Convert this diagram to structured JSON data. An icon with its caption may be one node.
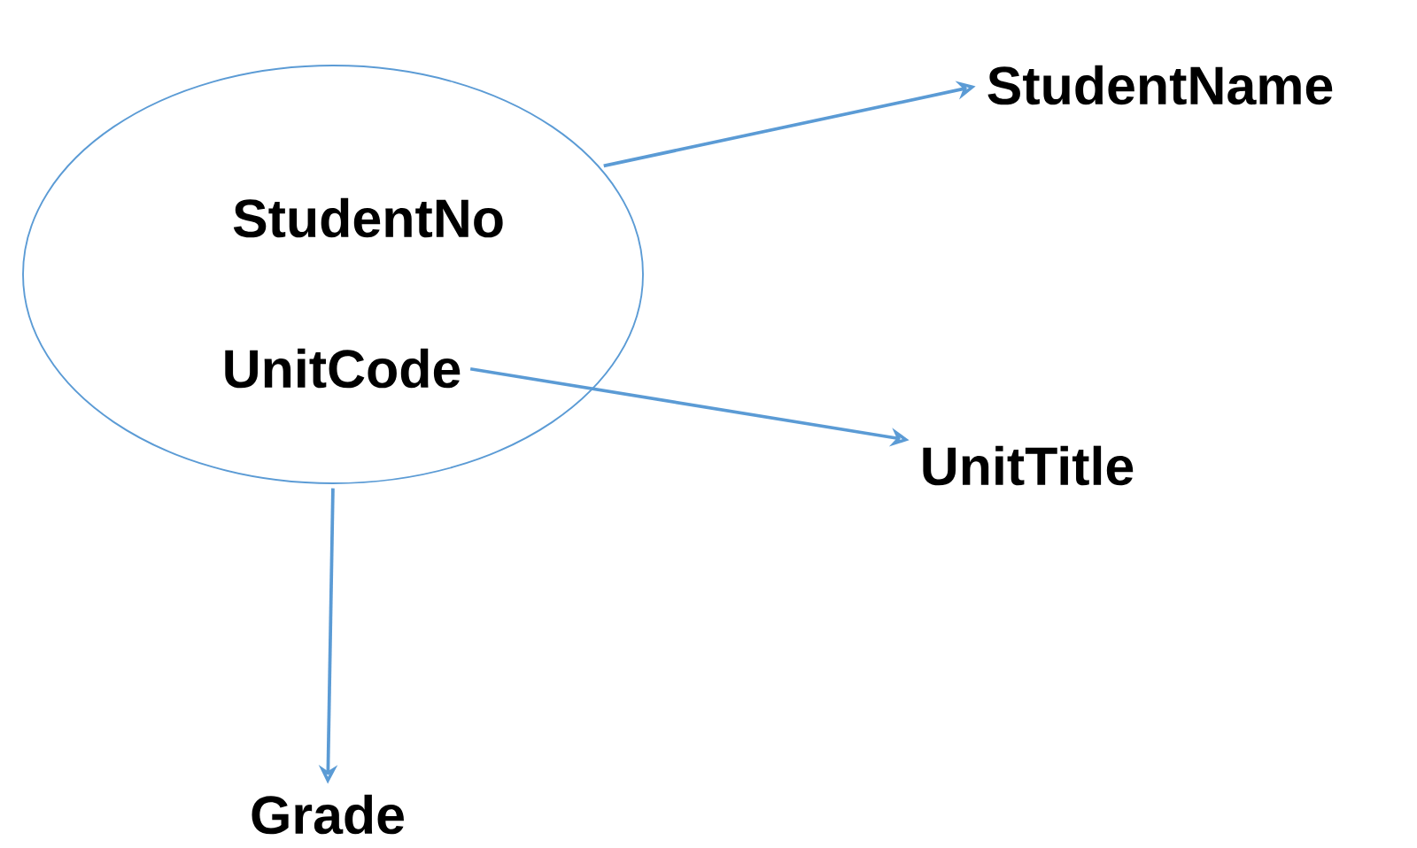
{
  "diagram": {
    "nodes": [
      {
        "text": [],
        "shape": "circle"
      },
      {
        "text": [
          "StudentNo"
        ],
        "in": 0
      },
      {
        "text": [
          "UnitCode"
        ],
        "in": 0
      },
      {
        "text": [
          "StudentName"
        ]
      },
      {
        "text": [
          "UnitTitle"
        ]
      },
      {
        "text": [
          "Grade"
        ]
      }
    ],
    "edges": [
      {
        "from": 0,
        "to": 3,
        "arrow": "to"
      },
      {
        "from": 2,
        "to": 4,
        "arrow": "to"
      },
      {
        "from": 0,
        "to": 5,
        "arrow": "to"
      }
    ]
  }
}
